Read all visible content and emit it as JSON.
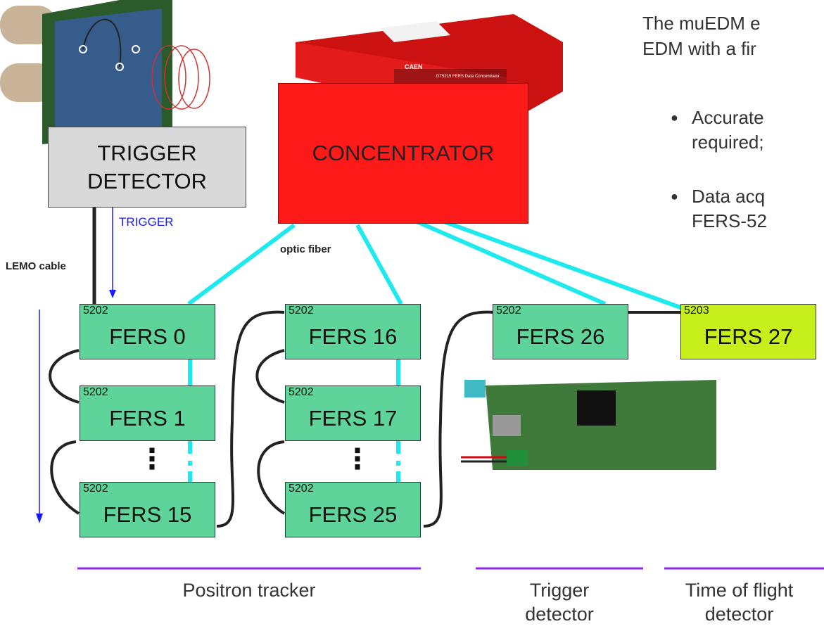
{
  "trigger_box": {
    "line1": "TRIGGER",
    "line2": "DETECTOR"
  },
  "concentrator": {
    "label": "CONCENTRATOR"
  },
  "concentrator_device": {
    "brand": "CAEN",
    "model": "DT5215 FERS Data Concentrator"
  },
  "connections": {
    "lemo": "LEMO cable",
    "trigger": "TRIGGER",
    "optic": "optic fiber"
  },
  "fers_boards": [
    {
      "model": "5202",
      "name": "FERS 0"
    },
    {
      "model": "5202",
      "name": "FERS 1"
    },
    {
      "model": "5202",
      "name": "FERS 15"
    },
    {
      "model": "5202",
      "name": "FERS 16"
    },
    {
      "model": "5202",
      "name": "FERS 17"
    },
    {
      "model": "5202",
      "name": "FERS 25"
    },
    {
      "model": "5202",
      "name": "FERS 26"
    },
    {
      "model": "5203",
      "name": "FERS 27"
    }
  ],
  "ellipsis": "⋮",
  "groups": {
    "positron": "Positron tracker",
    "trigger_line1": "Trigger",
    "trigger_line2": "detector",
    "tof_line1": "Time of flight",
    "tof_line2": "detector"
  },
  "text": {
    "line1": "The muEDM e",
    "line2": "EDM with a fir",
    "bullet1_line1": "Accurate",
    "bullet1_line2": "required;",
    "bullet2_line1": "Data acq",
    "bullet2_line2": "FERS-52"
  },
  "colors": {
    "fers": "#5fd49a",
    "fers27": "#c6ef1c",
    "concentrator": "#ff1a1a",
    "trigger_box": "#d9d9d9",
    "fiber": "#1de9ee",
    "group_line": "#8a2be2",
    "trigger_arrow": "#1a1aff"
  }
}
